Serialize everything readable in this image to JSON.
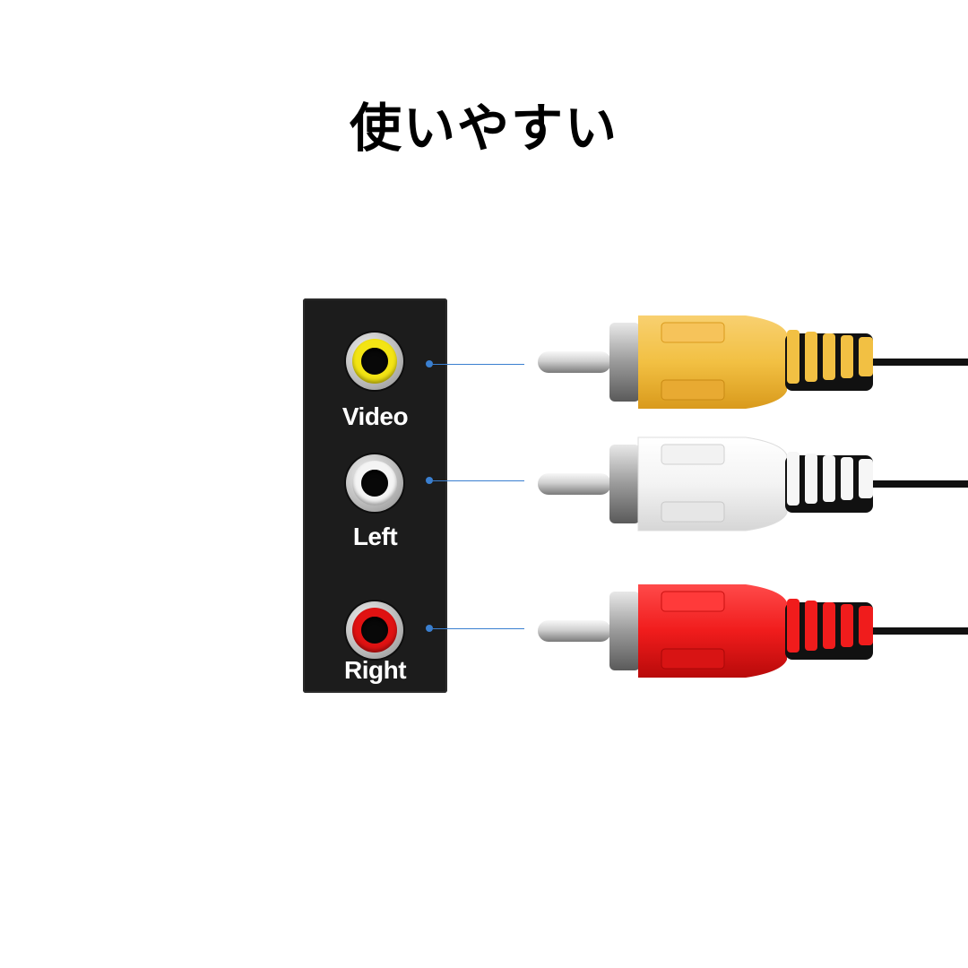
{
  "headline": "使いやすい",
  "panel": {
    "jacks": [
      {
        "label": "Video",
        "color": "#f3e414"
      },
      {
        "label": "Left",
        "color": "#f4f4f4"
      },
      {
        "label": "Right",
        "color": "#e01212"
      }
    ]
  },
  "plugs": [
    {
      "name": "yellow-rca-plug",
      "color": "#f2c043"
    },
    {
      "name": "white-rca-plug",
      "color": "#f6f6f6"
    },
    {
      "name": "red-rca-plug",
      "color": "#f01c1c"
    }
  ],
  "colors": {
    "panel": "#1c1c1c",
    "guide_line": "#3a7fd0",
    "cable": "#111111"
  }
}
